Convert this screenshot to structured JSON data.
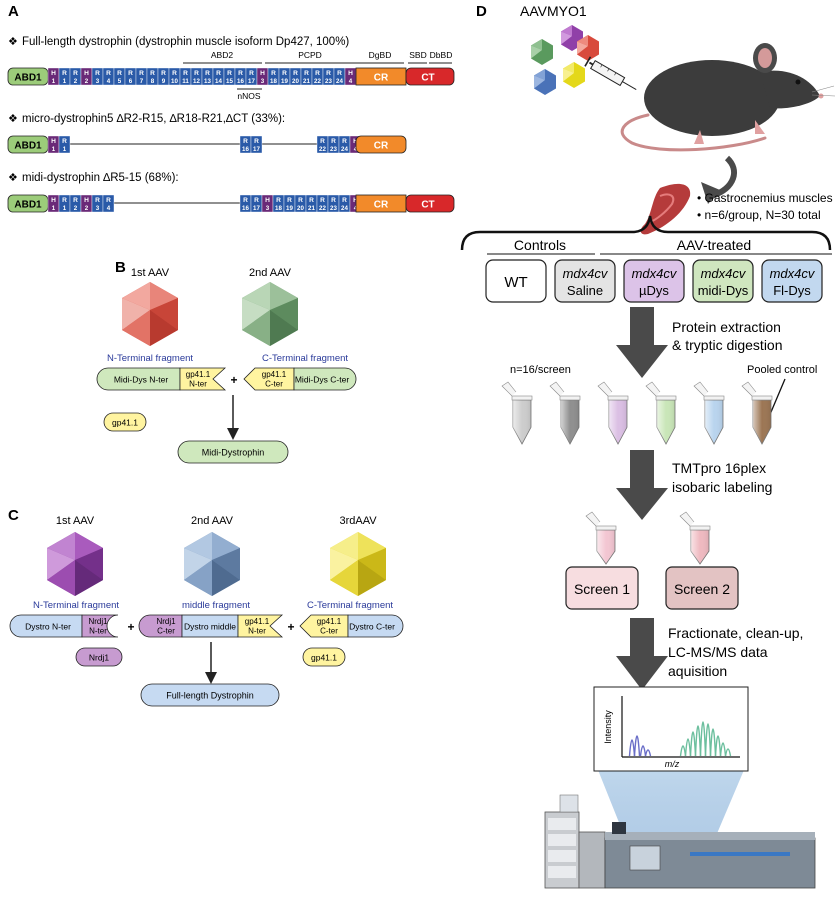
{
  "panel_a": {
    "letter": "A",
    "bullet": "❖",
    "full_title": "Full-length dystrophin (dystrophin muscle isoform Dp427, 100%)",
    "micro_title": "micro-dystrophin5 ∆R2-R15, ∆R18-R21,∆CT  (33%):",
    "midi_title": "midi-dystrophin ∆R5-15 (68%):",
    "domain_labels": {
      "abd2": "ABD2",
      "pcpd": "PCPD",
      "dgbd": "DgBD",
      "sbd": "SBD",
      "dbbd": "DbBD",
      "nnos": "nNOS"
    },
    "abd1": "ABD1",
    "cr": "CR",
    "ct": "CT",
    "full_segments": [
      [
        "H",
        "1"
      ],
      [
        "R",
        "1"
      ],
      [
        "R",
        "2"
      ],
      [
        "H",
        "2"
      ],
      [
        "R",
        "3"
      ],
      [
        "R",
        "4"
      ],
      [
        "R",
        "5"
      ],
      [
        "R",
        "6"
      ],
      [
        "R",
        "7"
      ],
      [
        "R",
        "8"
      ],
      [
        "R",
        "9"
      ],
      [
        "R",
        "10"
      ],
      [
        "R",
        "11"
      ],
      [
        "R",
        "12"
      ],
      [
        "R",
        "13"
      ],
      [
        "R",
        "14"
      ],
      [
        "R",
        "15"
      ],
      [
        "R",
        "16"
      ],
      [
        "R",
        "17"
      ],
      [
        "H",
        "3"
      ],
      [
        "R",
        "18"
      ],
      [
        "R",
        "19"
      ],
      [
        "R",
        "20"
      ],
      [
        "R",
        "21"
      ],
      [
        "R",
        "22"
      ],
      [
        "R",
        "23"
      ],
      [
        "R",
        "24"
      ],
      [
        "H",
        "4"
      ]
    ],
    "micro_groups": [
      [
        [
          "H",
          "1"
        ],
        [
          "R",
          "1"
        ]
      ],
      [
        [
          "R",
          "16"
        ],
        [
          "R",
          "17"
        ]
      ],
      [
        [
          "R",
          "22"
        ],
        [
          "R",
          "23"
        ],
        [
          "R",
          "24"
        ],
        [
          "H",
          "4"
        ]
      ]
    ],
    "midi_groups": [
      [
        [
          "H",
          "1"
        ],
        [
          "R",
          "1"
        ],
        [
          "R",
          "2"
        ],
        [
          "H",
          "2"
        ],
        [
          "R",
          "3"
        ],
        [
          "R",
          "4"
        ]
      ],
      [
        [
          "R",
          "16"
        ],
        [
          "R",
          "17"
        ],
        [
          "H",
          "3"
        ],
        [
          "R",
          "18"
        ],
        [
          "R",
          "19"
        ],
        [
          "R",
          "20"
        ],
        [
          "R",
          "21"
        ],
        [
          "R",
          "22"
        ],
        [
          "R",
          "23"
        ],
        [
          "R",
          "24"
        ],
        [
          "H",
          "4"
        ]
      ]
    ]
  },
  "panel_b": {
    "letter": "B",
    "aav1": "1st AAV",
    "aav2": "2nd AAV",
    "aav1_sup": "st",
    "aav2_sup": "nd",
    "n_frag": "N-Terminal fragment",
    "c_frag": "C-Terminal fragment",
    "midi_n": "Midi-Dys N-ter",
    "gp_n_1": "gp41.1",
    "gp_n_2": "N-ter",
    "gp_c_1": "gp41.1",
    "gp_c_2": "C-ter",
    "midi_c": "Midi-Dys C-ter",
    "plus": "+",
    "gp_free": "gp41.1",
    "product": "Midi-Dystrophin"
  },
  "panel_c": {
    "letter": "C",
    "aav1": "1st AAV",
    "aav2": "2nd AAV",
    "aav3": "3rdAAV",
    "n_frag": "N-Terminal fragment",
    "m_frag": "middle fragment",
    "c_frag": "C-Terminal fragment",
    "dystro_n": "Dystro N-ter",
    "nrdj_n_1": "Nrdj1",
    "nrdj_n_2": "N-ter",
    "nrdj_c_1": "Nrdj1",
    "nrdj_c_2": "C-ter",
    "dystro_mid": "Dystro middle",
    "gp_n_1": "gp41.1",
    "gp_n_2": "N-ter",
    "gp_c_1": "gp41.1",
    "gp_c_2": "C-ter",
    "dystro_c": "Dystro C-ter",
    "plus": "+",
    "nrdj_free": "Nrdj1",
    "gp_free": "gp41.1",
    "product": "Full-length Dystrophin"
  },
  "panel_d": {
    "letter": "D",
    "aav_label": "AAVMYO1",
    "muscle_1": "• Gastrocnemius muscles",
    "muscle_2": "• n=6/group, N=30 total",
    "controls": "Controls",
    "treated": "AAV-treated",
    "groups": [
      {
        "top": "WT",
        "bottom": "",
        "fill": "#ffffff"
      },
      {
        "top": "mdx4cv",
        "bottom": "Saline",
        "fill": "#e4e4e4"
      },
      {
        "top": "mdx4cv",
        "bottom": "µDys",
        "fill": "#dcc3e8"
      },
      {
        "top": "mdx4cv",
        "bottom": "midi-Dys",
        "fill": "#cfe6bf"
      },
      {
        "top": "mdx4cv",
        "bottom": "Fl-Dys",
        "fill": "#c2d8ef"
      }
    ],
    "step1_a": "Protein extraction",
    "step1_b": "& tryptic digestion",
    "n_screen": "n=16/screen",
    "pooled": "Pooled control",
    "step2_a": "TMTpro 16plex",
    "step2_b": "isobaric labeling",
    "screen1": "Screen 1",
    "screen2": "Screen 2",
    "step3_a": "Fractionate, clean-up,",
    "step3_b": "LC-MS/MS data",
    "step3_c": "aquisition",
    "y_axis": "Intensity",
    "x_axis": "m/z"
  },
  "colors": {
    "abd1": "#9ccc7a",
    "repeat": "#2a5aa8",
    "hinge": "#6a2a78",
    "cr": "#f28a2a",
    "ct": "#d8282a",
    "midi_green": "#cfe8bd",
    "gp_yellow": "#fff4a0",
    "nrdj_purple": "#c79bd0",
    "dystro_blue": "#c6daf2",
    "arrow_gray": "#4a4a4a"
  }
}
